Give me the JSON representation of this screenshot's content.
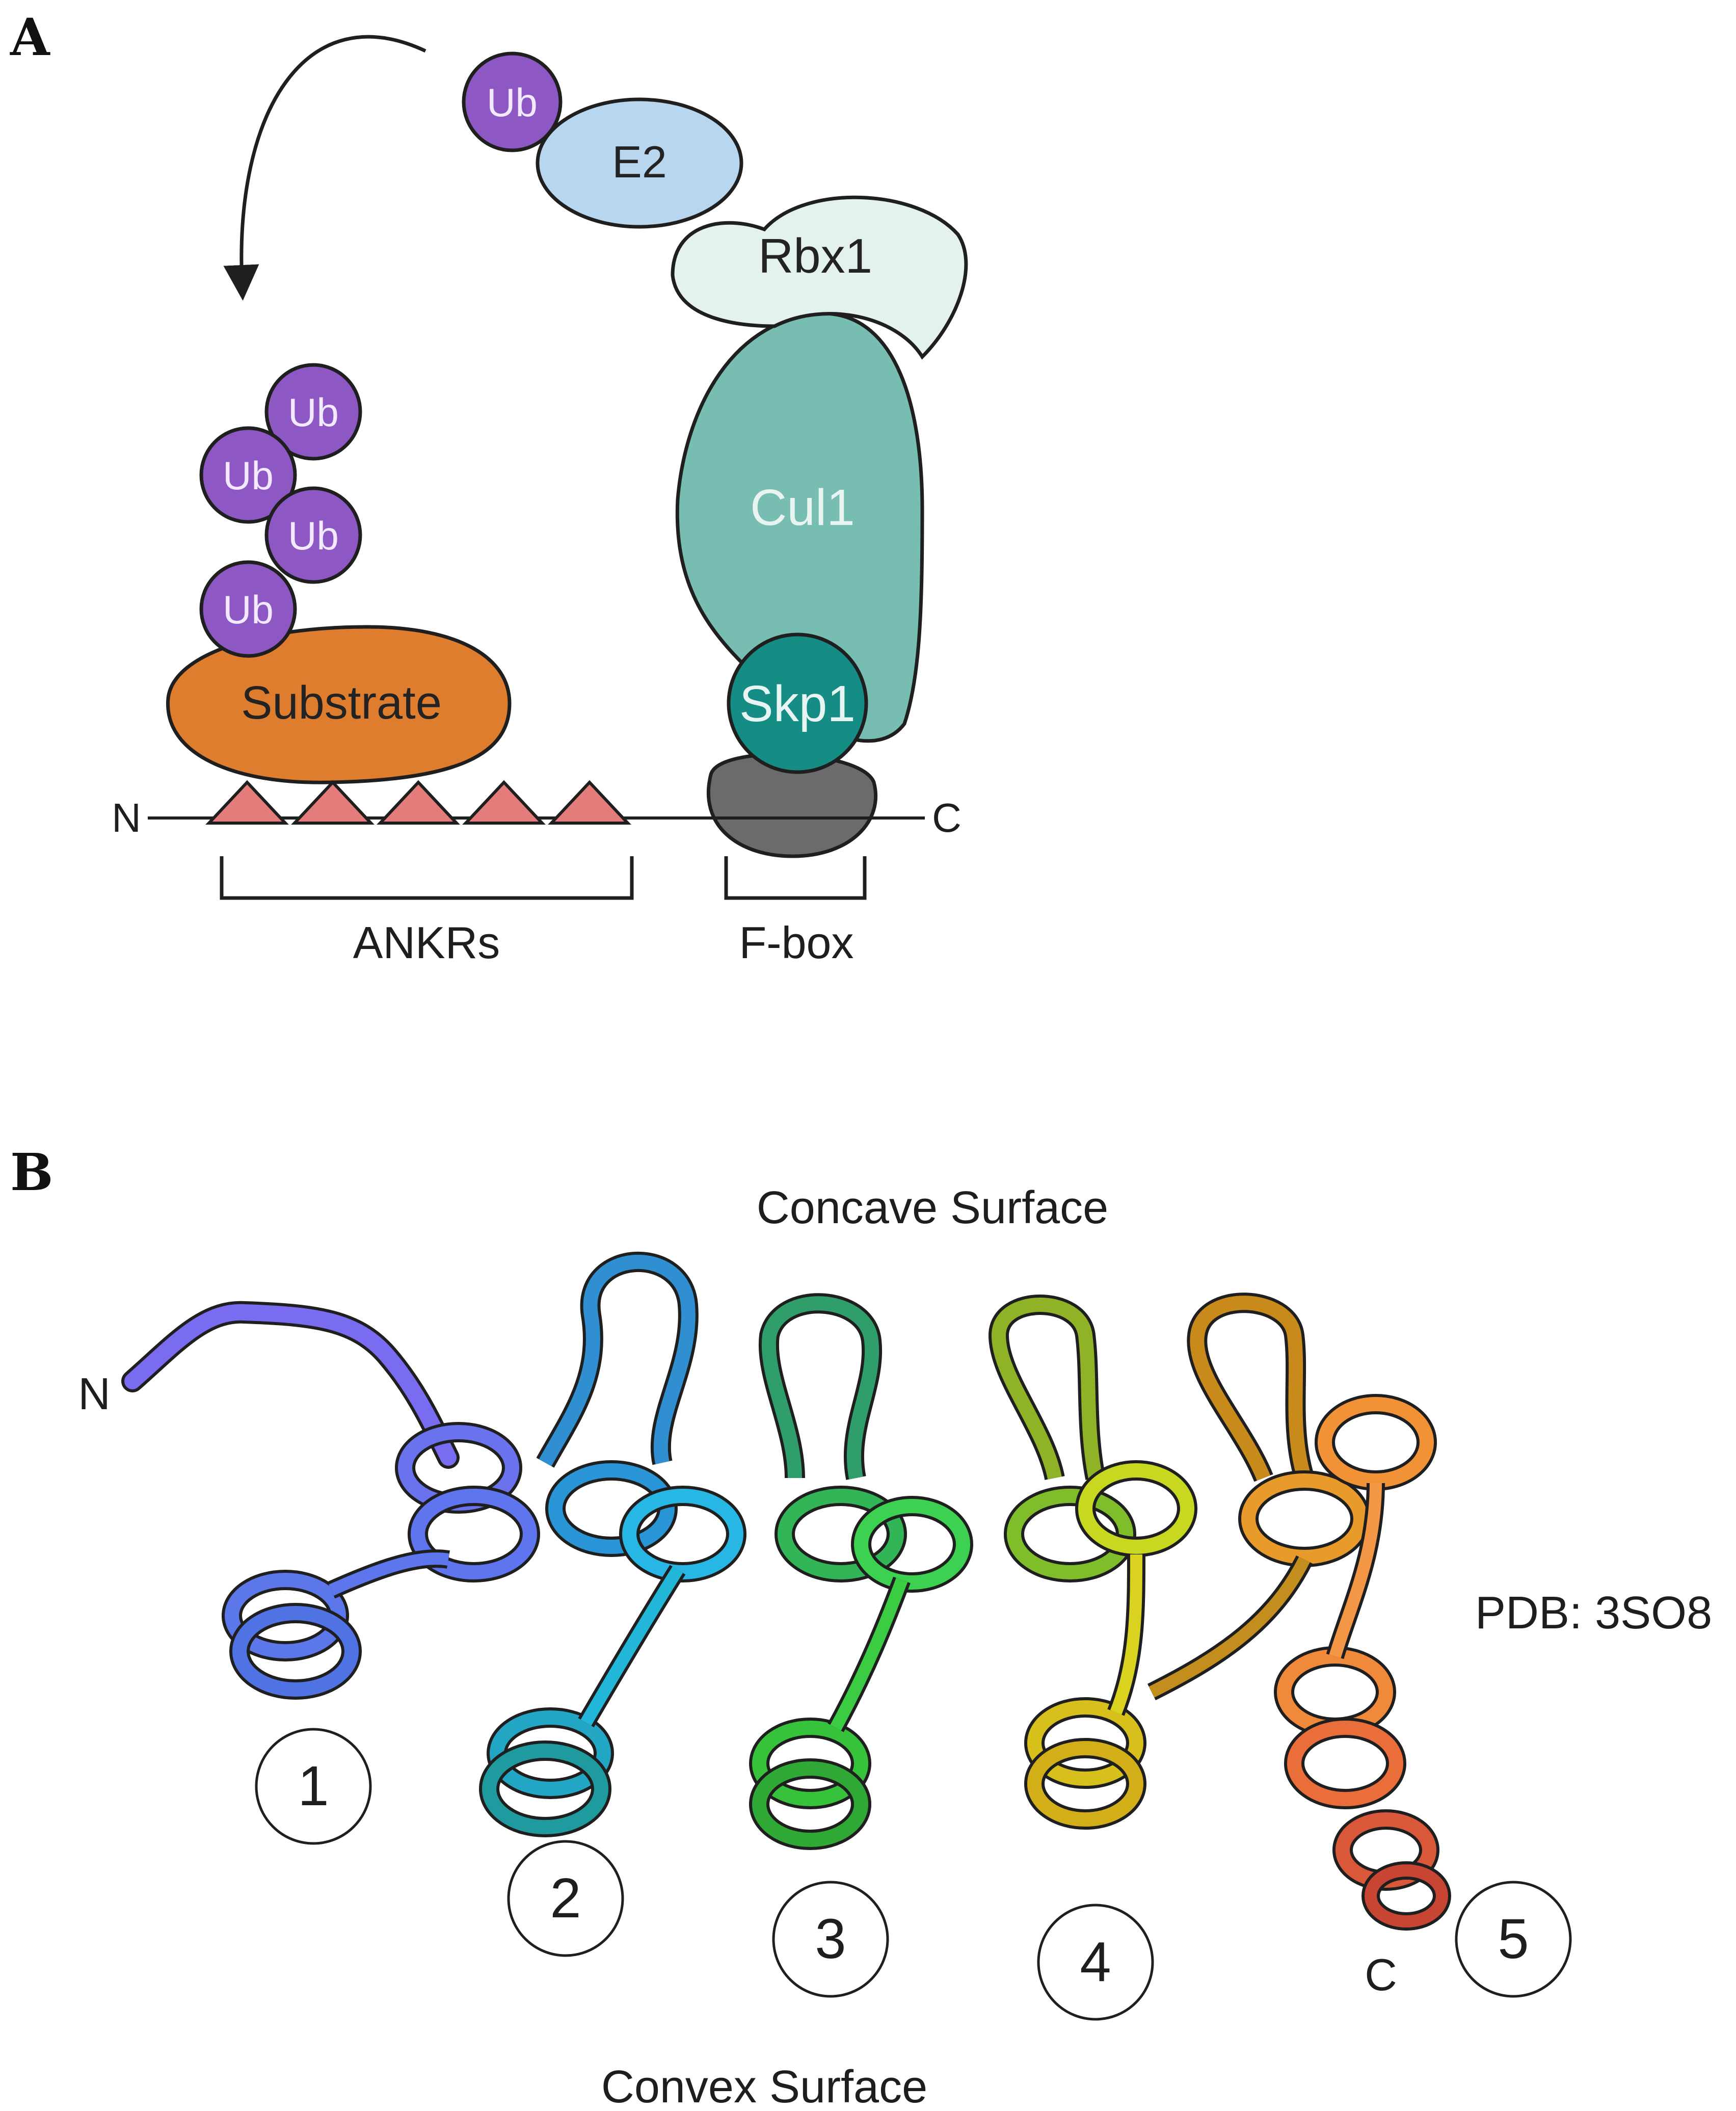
{
  "panel_a": {
    "letter": "A",
    "ub_label": "Ub",
    "e2_label": "E2",
    "rbx1_label": "Rbx1",
    "cul1_label": "Cul1",
    "skp1_label": "Skp1",
    "substrate_label": "Substrate",
    "n_terminus": "N",
    "c_terminus": "C",
    "ankrs_label": "ANKRs",
    "fbox_label": "F-box",
    "colors": {
      "ub": "#8e58c4",
      "e2": "#b9d6ef",
      "rbx1": "#e3f2ef",
      "cul1": "#78bdb1",
      "skp1": "#158d84",
      "fbox_domain": "#6b6b6d",
      "substrate": "#df7d2f",
      "ankr_triangle": "#e57c7c"
    }
  },
  "panel_b": {
    "letter": "B",
    "concave_label": "Concave Surface",
    "convex_label": "Convex Surface",
    "n_terminus": "N",
    "c_terminus": "C",
    "pdb_label": "PDB: 3SO8",
    "repeat_numbers": [
      "1",
      "2",
      "3",
      "4",
      "5"
    ],
    "repeat_colors": [
      "#6b72ee",
      "#2aa6d4",
      "#3cc24c",
      "#c9c81e",
      "#f08a3a"
    ]
  }
}
